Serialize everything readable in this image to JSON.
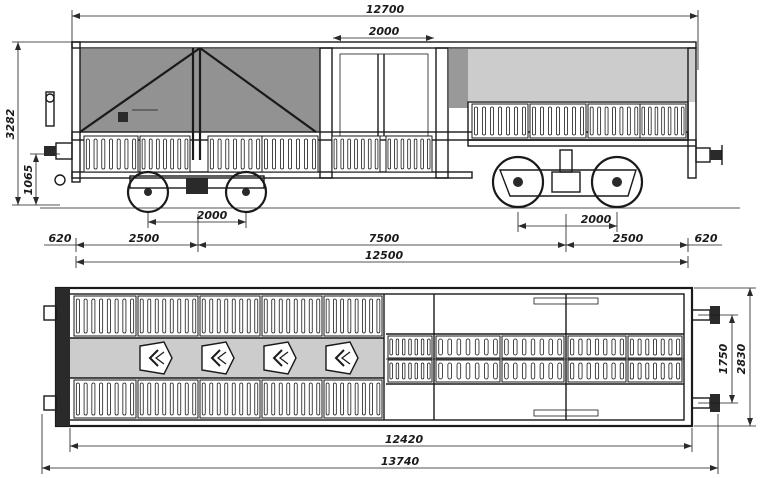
{
  "dimensions": {
    "overall_length_top": "12700",
    "door_width": "2000",
    "height_total": "3282",
    "coupler_height": "1065",
    "bogie_wheelbase_left": "2000",
    "bogie_wheelbase_right": "2000",
    "overhang_left": "620",
    "overhang_right": "620",
    "bogie_to_end_left": "2500",
    "bogie_centers": "7500",
    "bogie_to_end_right": "2500",
    "frame_length": "12500",
    "width_inner": "1750",
    "width_outer": "2830",
    "body_length_plan": "12420",
    "length_over_buffers": "13740"
  },
  "colors": {
    "ink": "#1a1a1a",
    "body_shade": "#6e6e6e",
    "paper": "#ffffff"
  }
}
